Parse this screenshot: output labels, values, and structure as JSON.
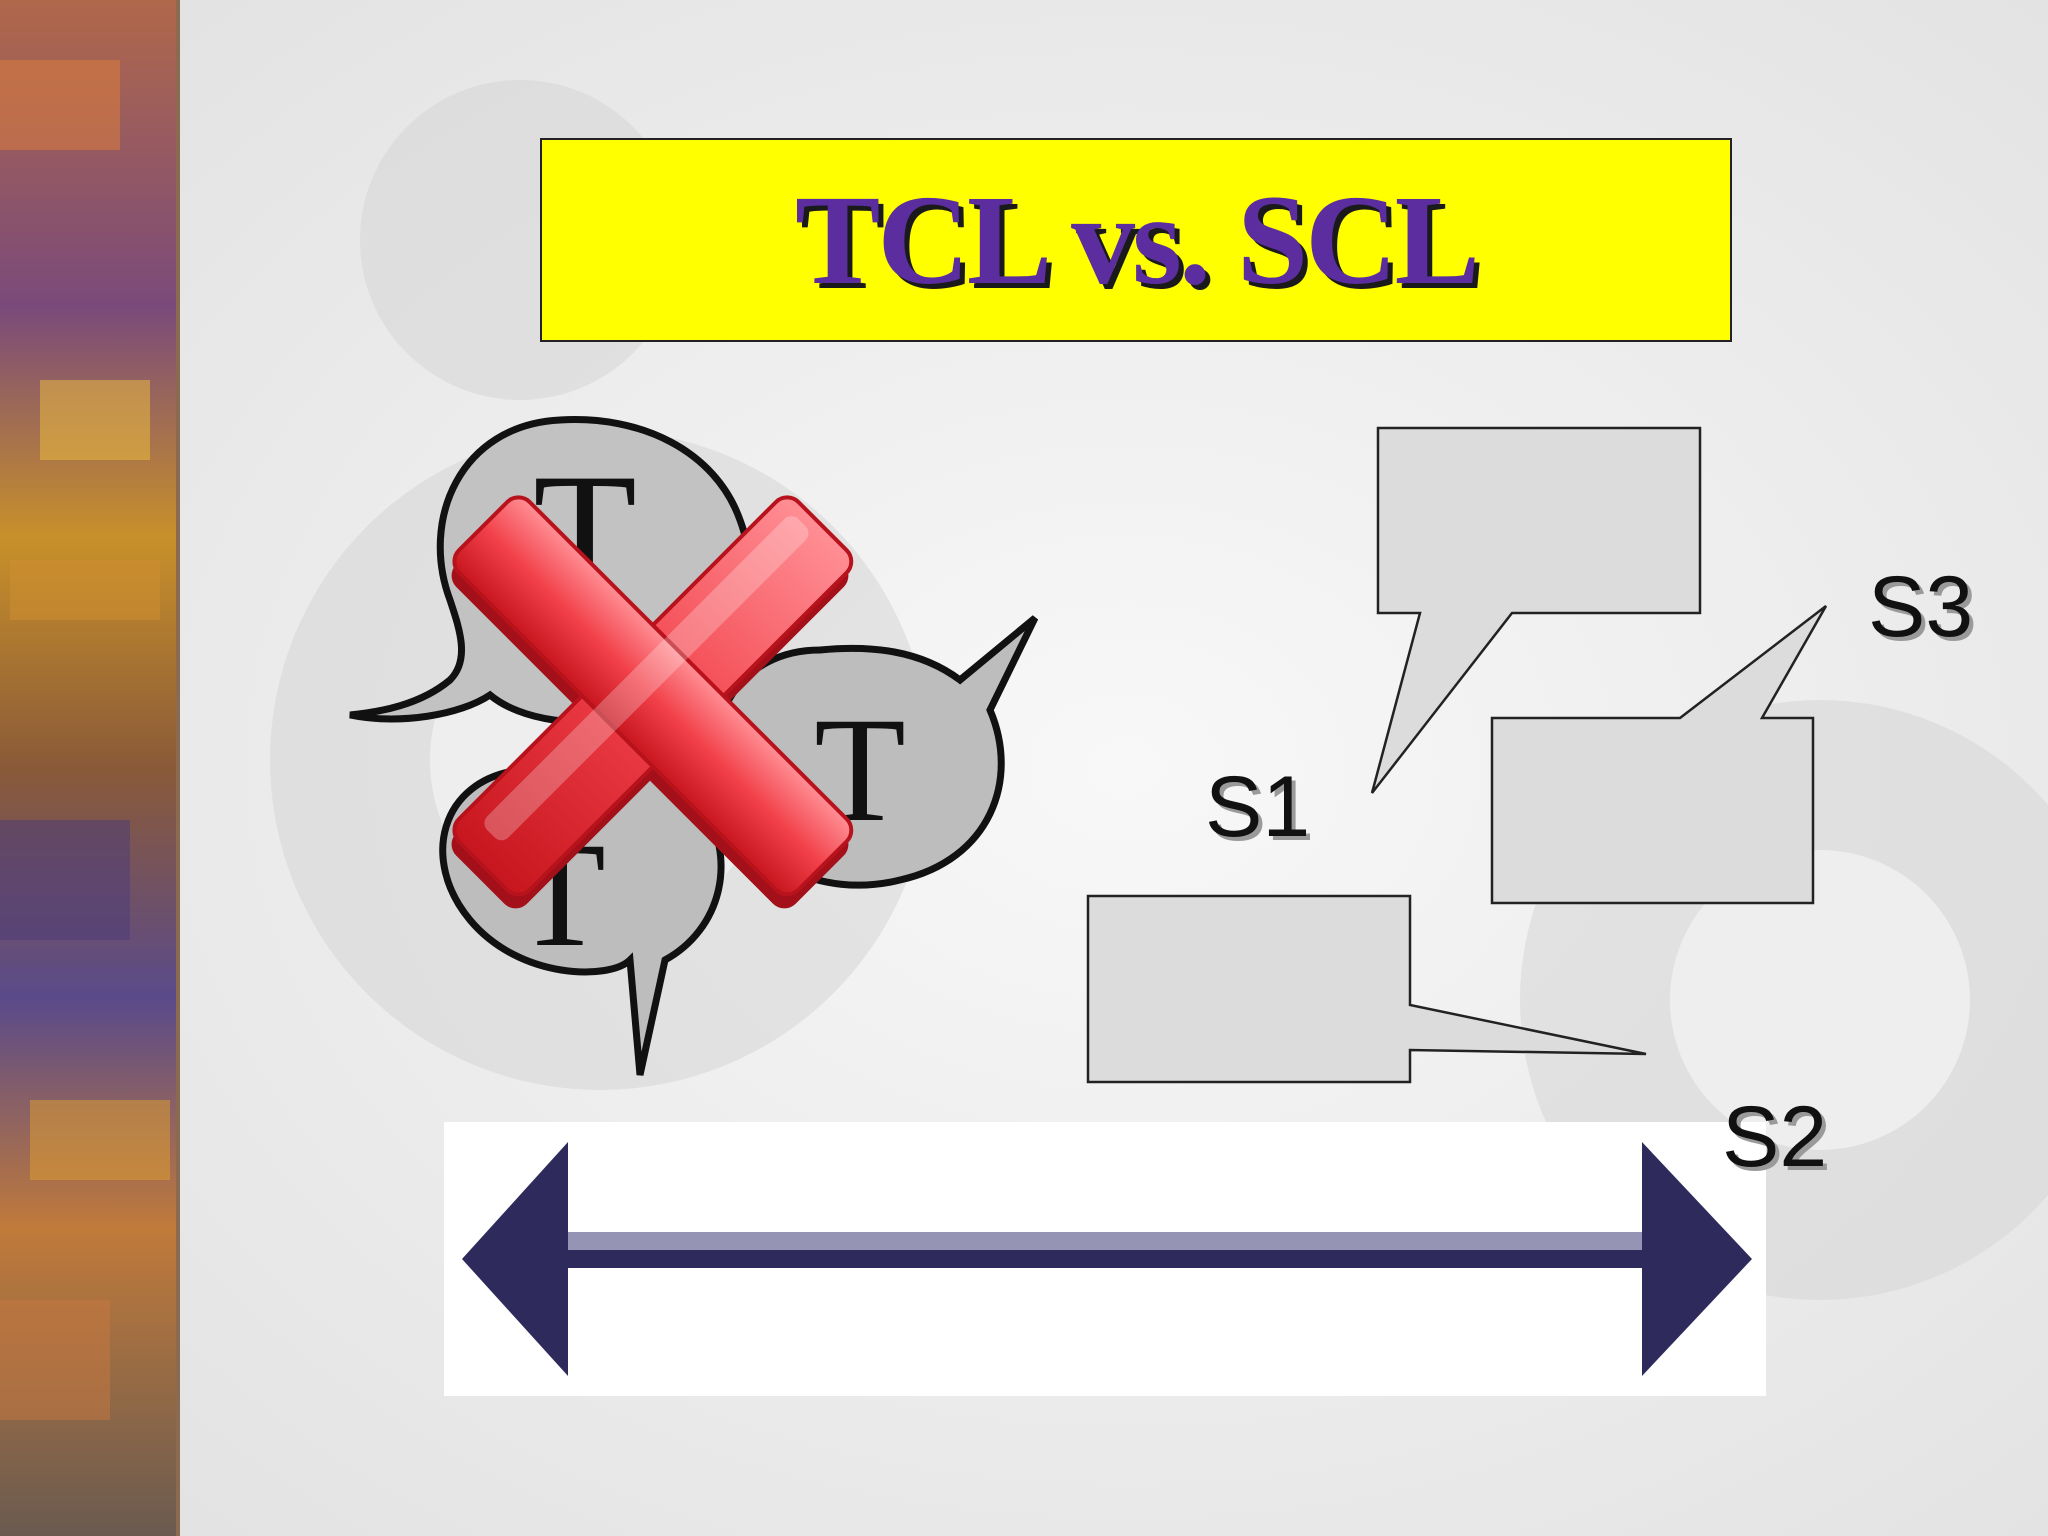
{
  "slide": {
    "title": "TCL vs. SCL",
    "left_graphic": {
      "bubble_glyphs": [
        "T",
        "T",
        "T"
      ],
      "overlay_icon": "red-x-icon"
    },
    "speakers": [
      {
        "label": "S1"
      },
      {
        "label": "S2"
      },
      {
        "label": "S3"
      }
    ],
    "bottom_graphic": "double-headed-arrow"
  },
  "colors": {
    "title_background": "#ffff00",
    "title_text": "#5b2d9e",
    "arrow": "#2e2a5c",
    "cross": "#e8323c",
    "bubble_fill": "#bdbdbd",
    "callout_fill": "#dcdcdc"
  }
}
